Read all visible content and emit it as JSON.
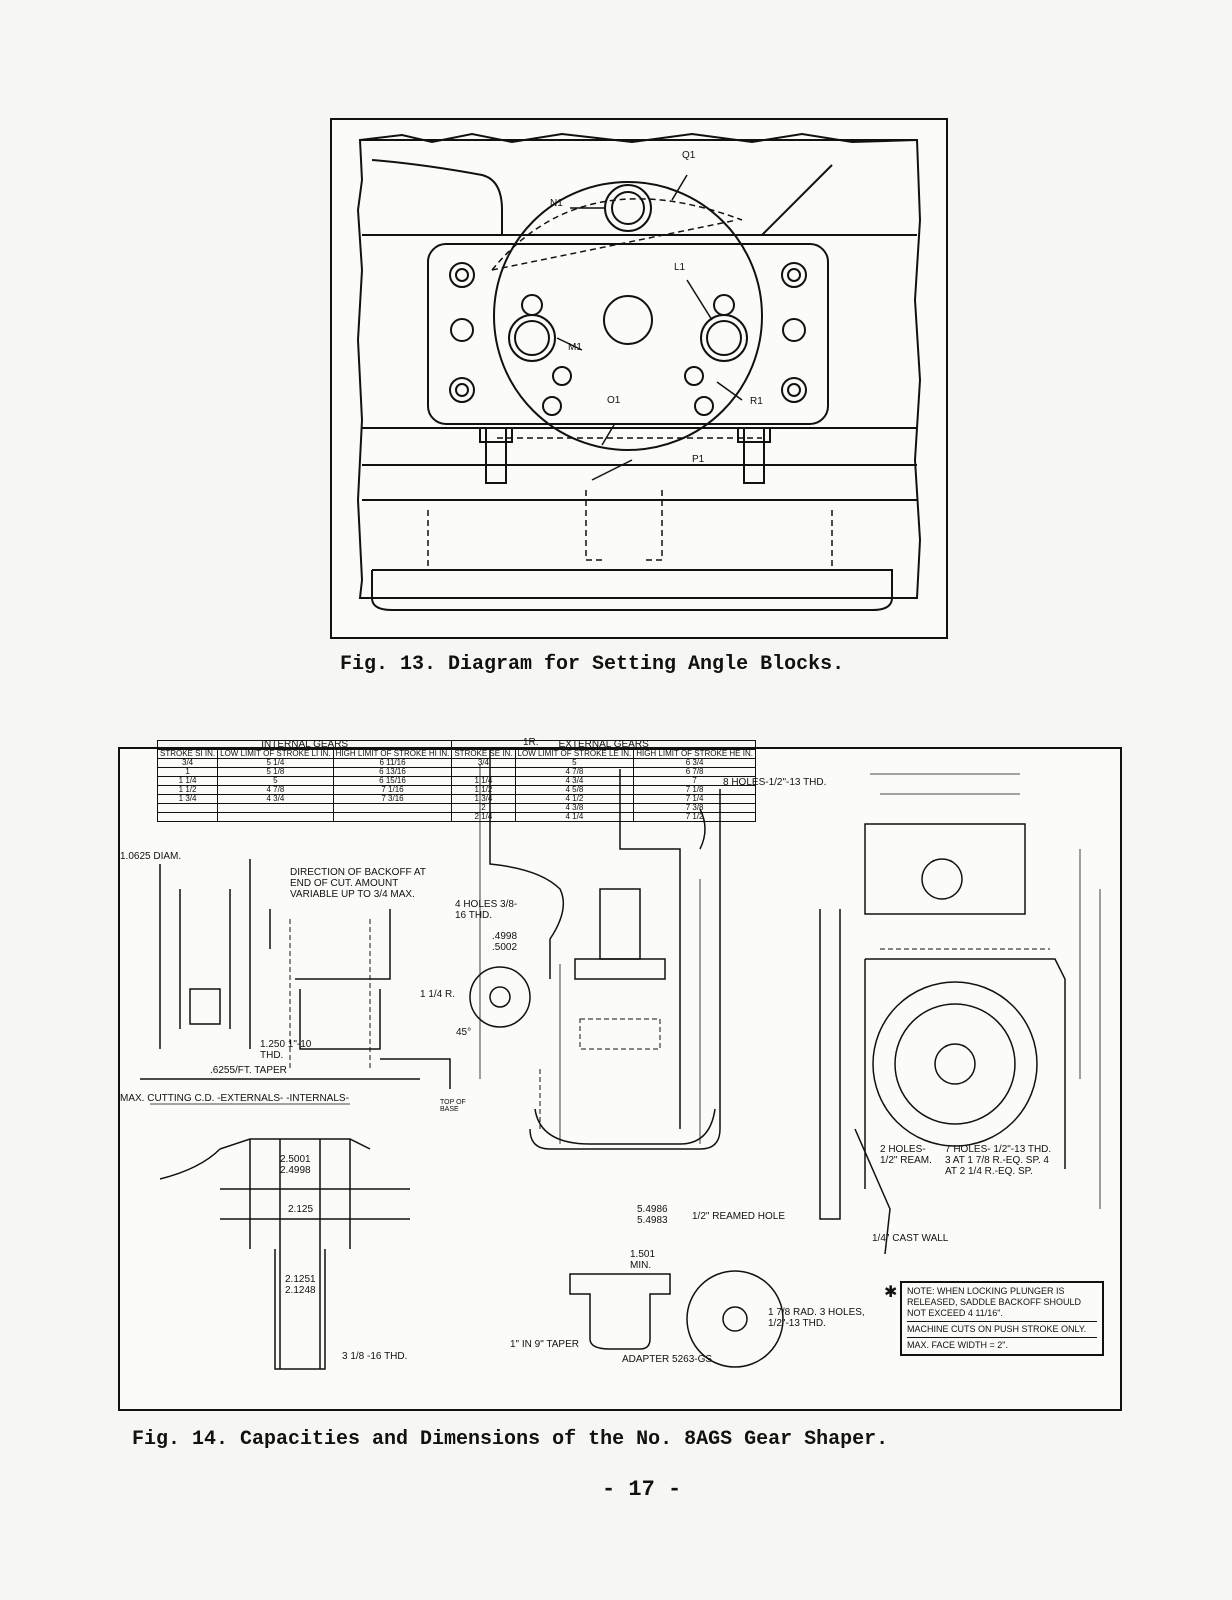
{
  "fig13": {
    "caption": "Fig. 13. Diagram for Setting Angle Blocks.",
    "labels": {
      "Q": "Q1",
      "N": "N1",
      "L": "L1",
      "M": "M1",
      "O": "O1",
      "R": "R1",
      "P": "P1"
    }
  },
  "fig14": {
    "caption": "Fig. 14. Capacities and Dimensions of the No. 8AGS Gear Shaper.",
    "table": {
      "group_internal": "INTERNAL GEARS",
      "group_external": "EXTERNAL GEARS",
      "headers": [
        "STROKE SI IN.",
        "LOW LIMIT OF STROKE LI IN.",
        "HIGH LIMIT OF STROKE HI IN.",
        "STROKE SE IN.",
        "LOW LIMIT OF STROKE LE IN.",
        "HIGH LIMIT OF STROKE HE IN."
      ],
      "rows": [
        [
          "3/4",
          "5 1/4",
          "6 11/16",
          "3/4",
          "5",
          "6 3/4"
        ],
        [
          "1",
          "5 1/8",
          "6 13/16",
          "",
          "4 7/8",
          "6 7/8"
        ],
        [
          "1 1/4",
          "5",
          "6 15/16",
          "1 1/4",
          "4 3/4",
          "7"
        ],
        [
          "1 1/2",
          "4 7/8",
          "7 1/16",
          "1 1/2",
          "4 5/8",
          "7 1/8"
        ],
        [
          "1 3/4",
          "4 3/4",
          "7 3/16",
          "1 3/4",
          "4 1/2",
          "7 1/4"
        ],
        [
          "",
          "",
          "",
          "2",
          "4 3/8",
          "7 3/8"
        ],
        [
          "",
          "",
          "",
          "2 1/4",
          "4 1/4",
          "7 1/2"
        ]
      ]
    },
    "annotations": {
      "diam": "1.0625 DIAM.",
      "backoff": "DIRECTION OF BACKOFF AT END OF CUT. AMOUNT VARIABLE UP TO 3/4 MAX.",
      "thread1": "1.250 1\"-10 THD.",
      "taper": ".6255/FT. TAPER",
      "maxcd": "MAX. CUTTING C.D. -EXTERNALS- -INTERNALS-",
      "topbase": "TOP OF BASE",
      "holes4": "4 HOLES 3/8-16 THD.",
      "bore": ".4998 .5002",
      "holes8": "8 HOLES-1/2\"-13 THD.",
      "rad": "1 1/4 R.",
      "angle45": "45°",
      "r1": "1R.",
      "dim2500": "2.5001 2.4998",
      "dim2125": "2.125",
      "dim2125b": "2.1251 2.1248",
      "thd316": "3 1/8 -16 THD.",
      "dim5498": "5.4986 5.4983",
      "reamed": "1/2\" REAMED HOLE",
      "min1501": "1.501 MIN.",
      "taper9": "1\" IN 9\" TAPER",
      "adapter": "ADAPTER 5263-GS",
      "holes3": "1 7/8 RAD. 3 HOLES, 1/2\"-13 THD.",
      "holes2": "2 HOLES- 1/2\" REAM.",
      "holes7": "7 HOLES- 1/2\"-13 THD. 3 AT 1 7/8 R.-EQ. SP. 4 AT 2 1/4 R.-EQ. SP.",
      "castwall": "1/4\" CAST WALL"
    },
    "note": {
      "line1": "NOTE: WHEN LOCKING PLUNGER IS RELEASED, SADDLE BACKOFF SHOULD NOT EXCEED 4 11/16\".",
      "line2": "MACHINE CUTS ON PUSH STROKE ONLY.",
      "line3": "MAX. FACE WIDTH = 2\"."
    }
  },
  "page_number": "- 17 -"
}
